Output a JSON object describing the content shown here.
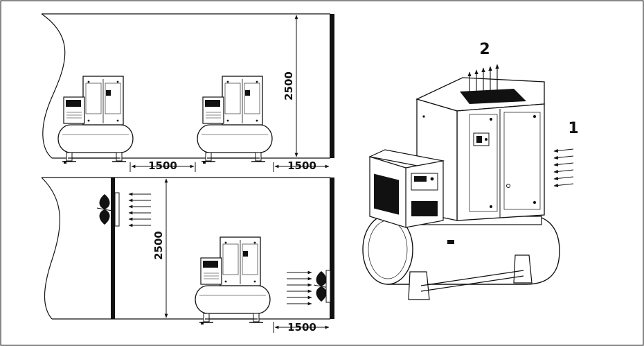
{
  "room_top": {
    "height_label": "2500",
    "spacing_left_label": "1500",
    "spacing_right_label": "1500"
  },
  "room_bottom": {
    "height_label": "2500",
    "spacing_label": "1500"
  },
  "detail": {
    "callout_exhaust": "2",
    "callout_intake": "1"
  },
  "colors": {
    "line": "#111111",
    "wall": "#111111",
    "background": "#ffffff"
  }
}
